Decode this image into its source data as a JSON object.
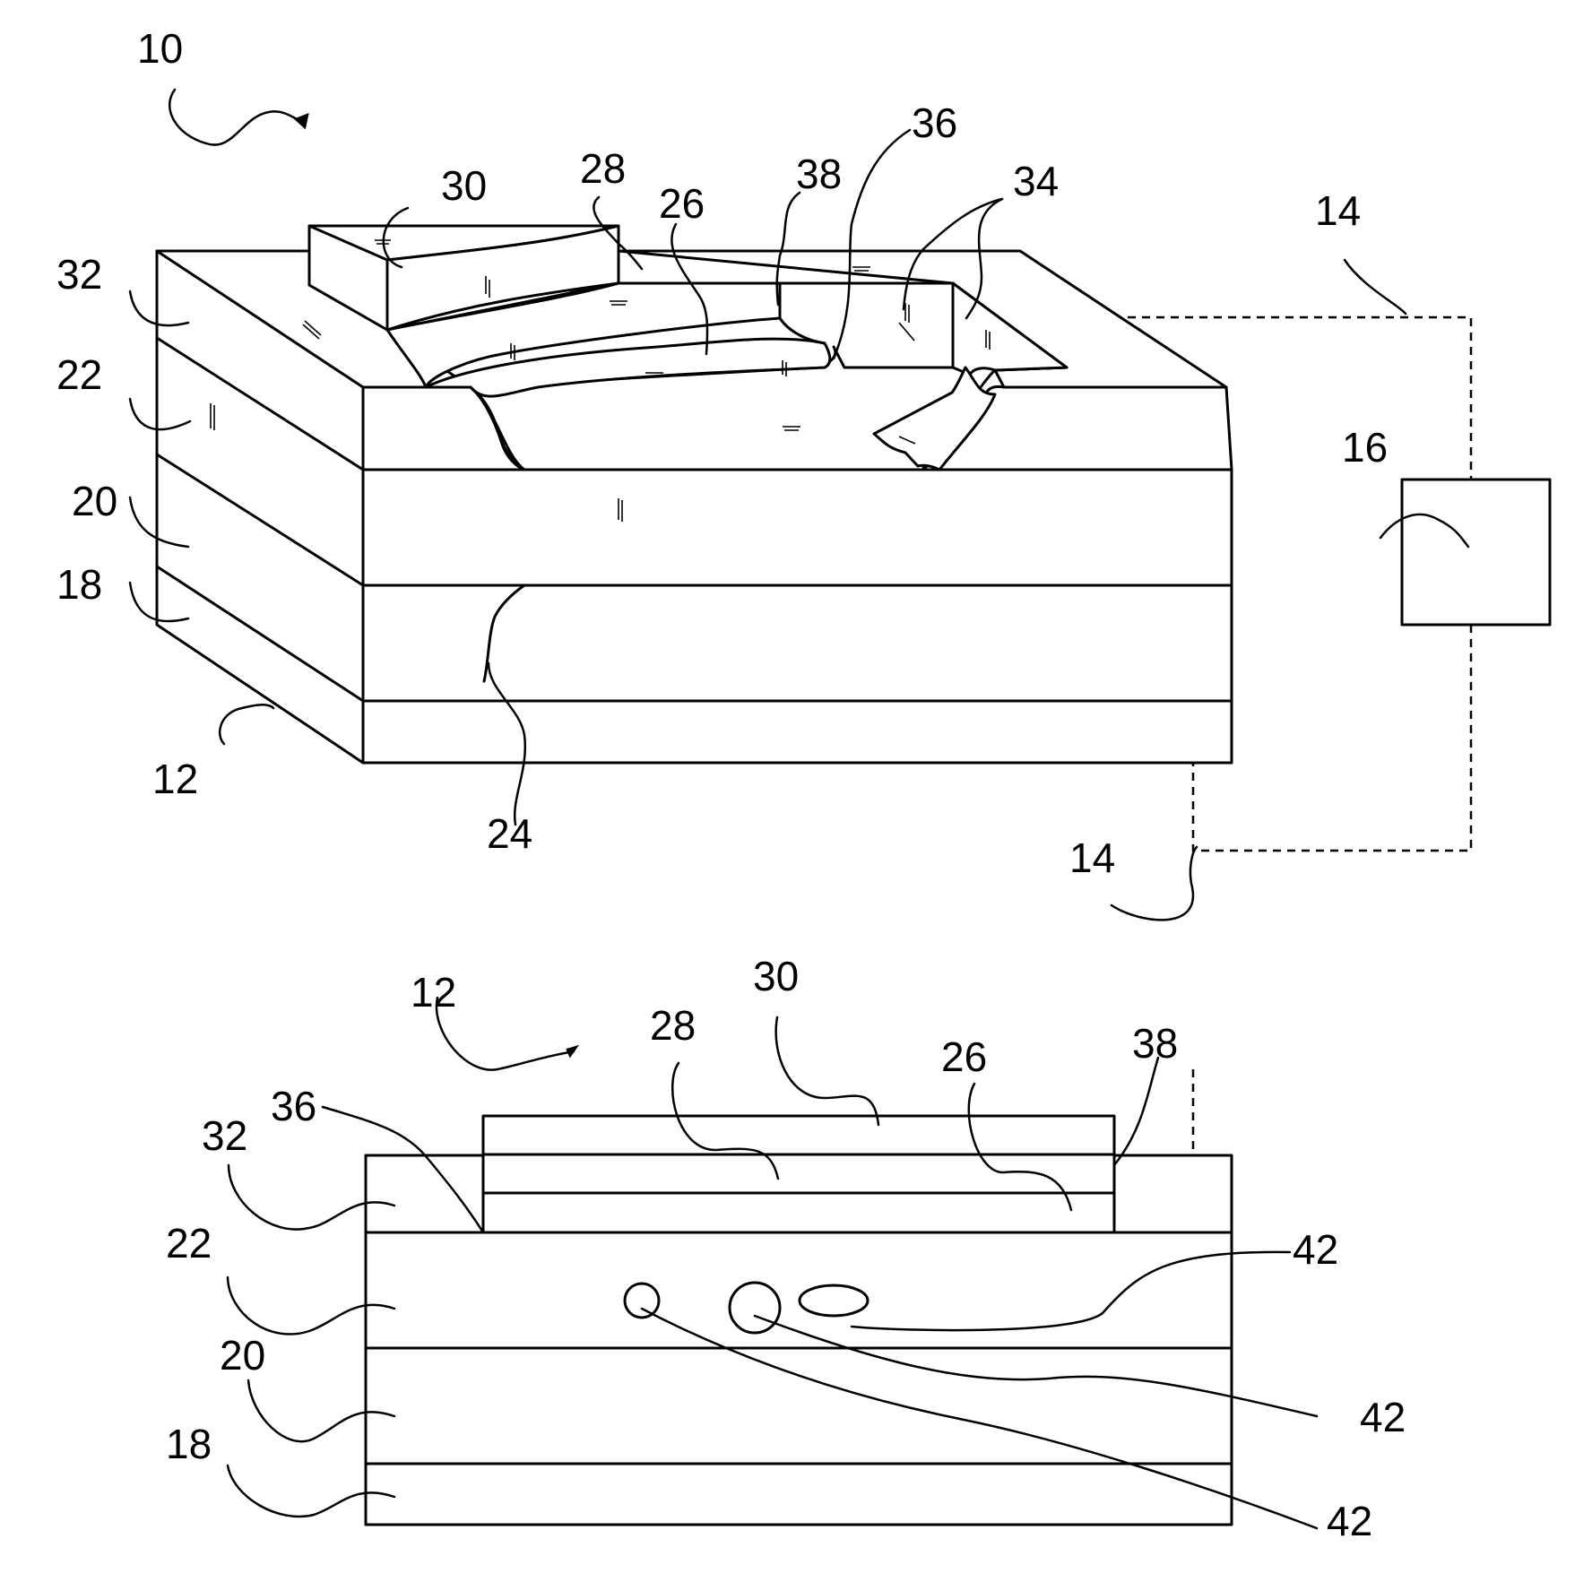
{
  "figure_top": {
    "labels": {
      "device": "10",
      "substrate": "12",
      "connection_upper": "14",
      "connection_lower": "14",
      "controller": "16",
      "layer_18": "18",
      "layer_20": "20",
      "layer_22": "22",
      "layer_24": "24",
      "layer_26": "26",
      "layer_28": "28",
      "layer_30": "30",
      "layer_32": "32",
      "cavity_34": "34",
      "edge_36": "36",
      "edge_38": "38"
    }
  },
  "figure_bottom": {
    "labels": {
      "substrate": "12",
      "layer_18": "18",
      "layer_20": "20",
      "layer_22": "22",
      "layer_26": "26",
      "layer_28": "28",
      "layer_30": "30",
      "layer_32": "32",
      "edge_36": "36",
      "edge_38": "38",
      "particle_a": "42",
      "particle_b": "42",
      "particle_c": "42"
    }
  }
}
